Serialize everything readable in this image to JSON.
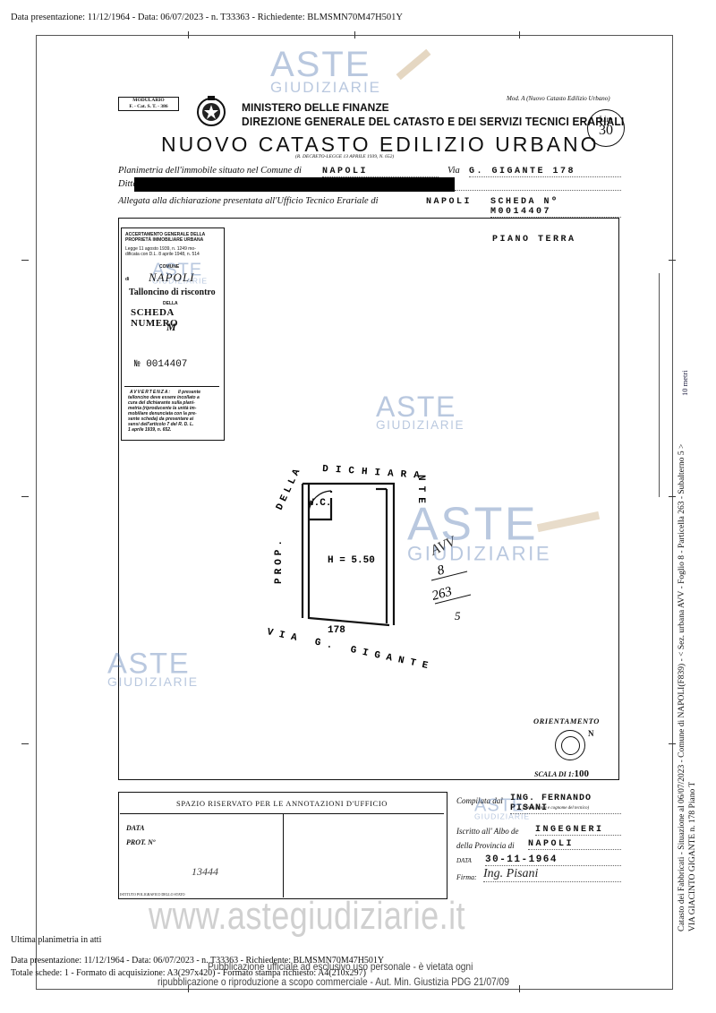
{
  "top_note": "Data presentazione: 11/12/1964 - Data: 06/07/2023 - n. T33363 - Richiedente: BLMSMN70M47H501Y",
  "header": {
    "modulario_line1": "MODULARIO",
    "modulario_line2": "F. - Cat. S. T. - 386",
    "mod_a": "Mod. A (Nuovo Catasto Edilizio Urbano)",
    "ministry_line1": "MINISTERO DELLE FINANZE",
    "ministry_line2": "DIREZIONE GENERALE DEL CATASTO E DEI SERVIZI TECNICI ERARIALI",
    "title": "NUOVO CATASTO EDILIZIO URBANO",
    "decree": "(R. DECRETO-LEGGE 13 APRILE 1939, N. 652)",
    "lire_label": "Lire",
    "lire_value": "30"
  },
  "form": {
    "planimetria_label": "Planimetria dell'immobile situato nel Comune di",
    "comune": "NAPOLI",
    "via_label": "Via",
    "via_value": "G. GIGANTE 178",
    "ditta_label": "Ditta",
    "allegata_label": "Allegata alla dichiarazione presentata all'Ufficio Tecnico Erariale di",
    "ufficio": "NAPOLI",
    "scheda_value": "SCHEDA Nº M0014407"
  },
  "tallone": {
    "line1": "ACCERTAMENTO GENERALE DELLA",
    "line2": "PROPRIETÀ IMMOBILIARE URBANA",
    "line3": "Legge 11 agosto 1939, n. 1249 mo-",
    "line4": "dificata con D.L. 8 aprile 1948, n. 514",
    "comune_label": "COMUNE",
    "di": "di",
    "comune_value": "NAPOLI",
    "talloncino": "Talloncino di riscontro",
    "della": "DELLA",
    "scheda_numero": "SCHEDA NUMERO",
    "m": "M",
    "numero": "№ 0014407",
    "avvertenza_title": "AVVERTENZA:",
    "avvertenza_1": "Il presente",
    "avvertenza_2": "talloncino deve essere incollato a",
    "avvertenza_3": "cura del dichiarante sulla plani-",
    "avvertenza_4": "metria (riproducente la unità im-",
    "avvertenza_5": "mobiliare denunciata con la pre-",
    "avvertenza_6": "sente scheda) da presentare ai",
    "avvertenza_7": "sensi dell'articolo 7 del R. D. L.",
    "avvertenza_8": "1 aprile 1939, n. 652."
  },
  "plan": {
    "piano": "PIANO TERRA",
    "dichiara": "DICHIARA",
    "nte": "NTE",
    "della": "DELLA",
    "prop": "PROP.",
    "wc": "W.C.",
    "height": "H = 5.50",
    "civico": "178",
    "street": "VIA G. GIGANTE",
    "avv": "AVV",
    "mark1": "8",
    "mark2": "263",
    "mark3": "5"
  },
  "orientamento": "ORIENTAMENTO",
  "compass_n": "N",
  "scala_label": "SCALA DI 1:",
  "scala_value": "100",
  "annotazioni": {
    "title": "SPAZIO RISERVATO PER LE ANNOTAZIONI D'UFFICIO",
    "data_label": "DATA",
    "prot_label": "PROT. Nº",
    "prot_value": "13444",
    "istituto": "ISTITUTO POLIGRAFICO DELLO STATO"
  },
  "compilata": {
    "label": "Compilata dal",
    "value": "ING. FERNANDO PISANI",
    "sub": "(Titolo, nome e cognome del tecnico)",
    "iscritto_label": "Iscritto all' Albo de",
    "iscritto_value": "INGEGNERI",
    "provincia_label": "della Provincia di",
    "provincia_value": "NAPOLI",
    "data_label": "DATA",
    "data_value": "30-11-1964",
    "firma_label": "Firma:",
    "firma_value": "Ing. Pisani"
  },
  "watermarks": {
    "aste": "ASTE",
    "giudiziarie": "GIUDIZIARIE"
  },
  "site": "www.astegiudiziarie.it",
  "footer": {
    "ultima": "Ultima planimetria in atti",
    "line1": "Data presentazione: 11/12/1964 - Data: 06/07/2023 - n. T33363 - Richiedente: BLMSMN70M47H501Y",
    "line2": "Totale schede: 1 - Formato di acquisizione: A3(297x420) - Formato stampa richiesto: A4(210x297)",
    "pub1": "Pubblicazione ufficiale ad esclusivo uso personale - è vietata ogni",
    "pub2": "ripubblicazione o riproduzione a scopo commerciale - Aut. Min. Giustizia PDG 21/07/09"
  },
  "side": {
    "ten_m": "10 metri",
    "line1": "Catasto dei Fabbricati - Situazione al 06/07/2023 - Comune di NAPOLI(F839) - < Sez. urbana AVV - Foglio 8 - Particella 263 - Subalterno 5 >",
    "line2": "VIA GIACINTO GIGANTE n. 178 Piano T"
  }
}
